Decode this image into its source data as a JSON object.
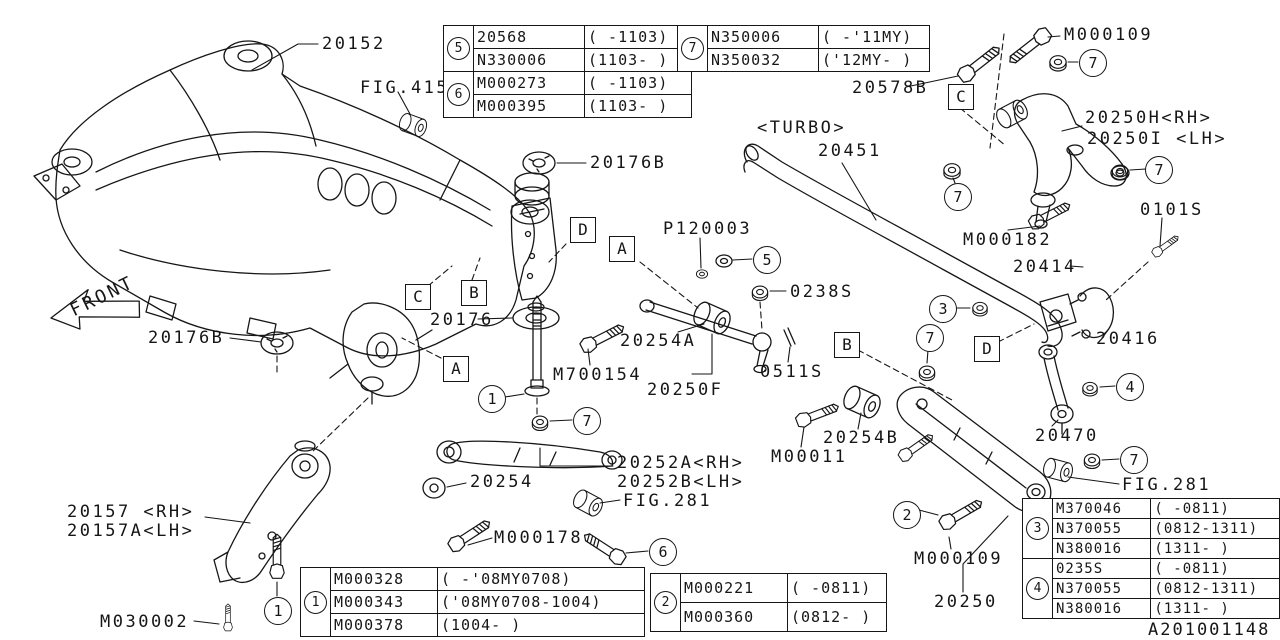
{
  "figure_id": "A201001148",
  "front_label": "FRONT",
  "annotations": {
    "turbo": "<TURBO>"
  },
  "callouts": {
    "c1": "1",
    "c2": "2",
    "c3": "3",
    "c4": "4",
    "c5": "5",
    "c6": "6",
    "c7": "7"
  },
  "refs": {
    "a": "A",
    "b": "B",
    "c": "C",
    "d": "D"
  },
  "parts": {
    "p20152": "20152",
    "fig415": "FIG.415",
    "p20176b": "20176B",
    "p20176": "20176",
    "m000109": "M000109",
    "p20578b": "20578B",
    "p20250h": "20250H<RH>",
    "p20250i": "20250I <LH>",
    "p20451": "20451",
    "m000182": "M000182",
    "p0101s": "0101S",
    "p20414": "20414",
    "p20416": "20416",
    "p120003": "P120003",
    "p0238s": "0238S",
    "p20254a": "20254A",
    "m700154": "M700154",
    "p20250f": "20250F",
    "p0511s": "0511S",
    "m00011": "M00011",
    "p20254b": "20254B",
    "p20470": "20470",
    "fig281": "FIG.281",
    "p20157": "20157 <RH>",
    "p20157a": "20157A<LH>",
    "p20254": "20254",
    "p20252a": "20252A<RH>",
    "p20252b": "20252B<LH>",
    "m000178": "M000178",
    "m030002": "M030002",
    "p20250": "20250"
  },
  "tables": {
    "t5_6": {
      "groups": [
        {
          "callout": "5",
          "rows": [
            {
              "part": "20568",
              "range": "( -1103)"
            },
            {
              "part": "N330006",
              "range": "(1103- )"
            }
          ]
        },
        {
          "callout": "6",
          "rows": [
            {
              "part": "M000273",
              "range": "( -1103)"
            },
            {
              "part": "M000395",
              "range": "(1103- )"
            }
          ]
        }
      ]
    },
    "t7": {
      "callout": "7",
      "rows": [
        {
          "part": "N350006",
          "range": "( -'11MY)"
        },
        {
          "part": "N350032",
          "range": "('12MY- )"
        }
      ]
    },
    "t1": {
      "callout": "1",
      "rows": [
        {
          "part": "M000328",
          "range": "( -'08MY0708)"
        },
        {
          "part": "M000343",
          "range": "('08MY0708-1004)"
        },
        {
          "part": "M000378",
          "range": "(1004- )"
        }
      ]
    },
    "t2": {
      "callout": "2",
      "rows": [
        {
          "part": "M000221",
          "range": "( -0811)"
        },
        {
          "part": "M000360",
          "range": "(0812- )"
        }
      ]
    },
    "t3_4": {
      "groups": [
        {
          "callout": "3",
          "rows": [
            {
              "part": "M370046",
              "range": "( -0811)"
            },
            {
              "part": "N370055",
              "range": "(0812-1311)"
            },
            {
              "part": "N380016",
              "range": "(1311- )"
            }
          ]
        },
        {
          "callout": "4",
          "rows": [
            {
              "part": "0235S",
              "range": "( -0811)"
            },
            {
              "part": "N370055",
              "range": "(0812-1311)"
            },
            {
              "part": "N380016",
              "range": "(1311- )"
            }
          ]
        }
      ]
    }
  }
}
